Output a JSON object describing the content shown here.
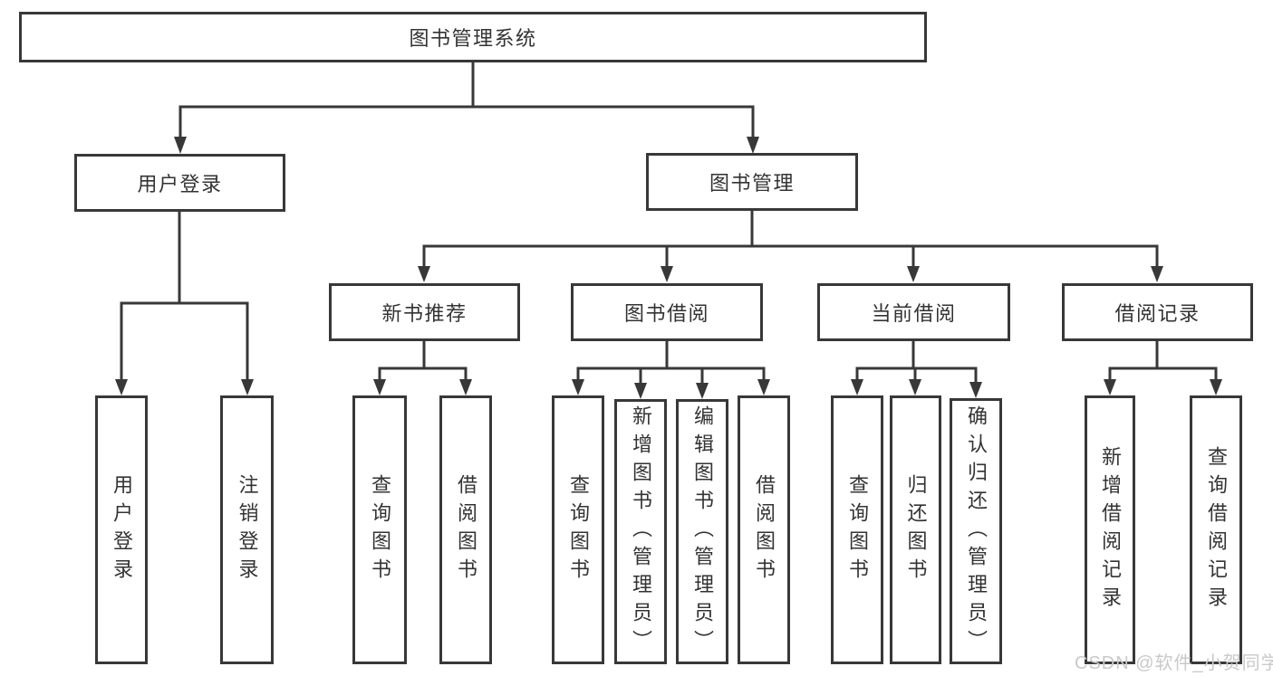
{
  "tree": {
    "root": {
      "label": "图书管理系统"
    },
    "level1": [
      {
        "label": "用户登录",
        "children": [
          {
            "label": "用户登录"
          },
          {
            "label": "注销登录"
          }
        ]
      },
      {
        "label": "图书管理",
        "children": [
          {
            "label": "新书推荐",
            "children": [
              {
                "label": "查询图书"
              },
              {
                "label": "借阅图书"
              }
            ]
          },
          {
            "label": "图书借阅",
            "children": [
              {
                "label": "查询图书"
              },
              {
                "label": "新增图书（管理员）"
              },
              {
                "label": "编辑图书（管理员）"
              },
              {
                "label": "借阅图书"
              }
            ]
          },
          {
            "label": "当前借阅",
            "children": [
              {
                "label": "查询图书"
              },
              {
                "label": "归还图书"
              },
              {
                "label": "确认归还（管理员）"
              }
            ]
          },
          {
            "label": "借阅记录",
            "children": [
              {
                "label": "新增借阅记录"
              },
              {
                "label": "查询借阅记录"
              }
            ]
          }
        ]
      }
    ]
  },
  "watermark": {
    "text": "CSDN @软件_小贺同学",
    "color": "#c9c9c9"
  },
  "colors": {
    "line": "#383838",
    "border": "#383838",
    "text": "#333333",
    "background": "#ffffff"
  }
}
